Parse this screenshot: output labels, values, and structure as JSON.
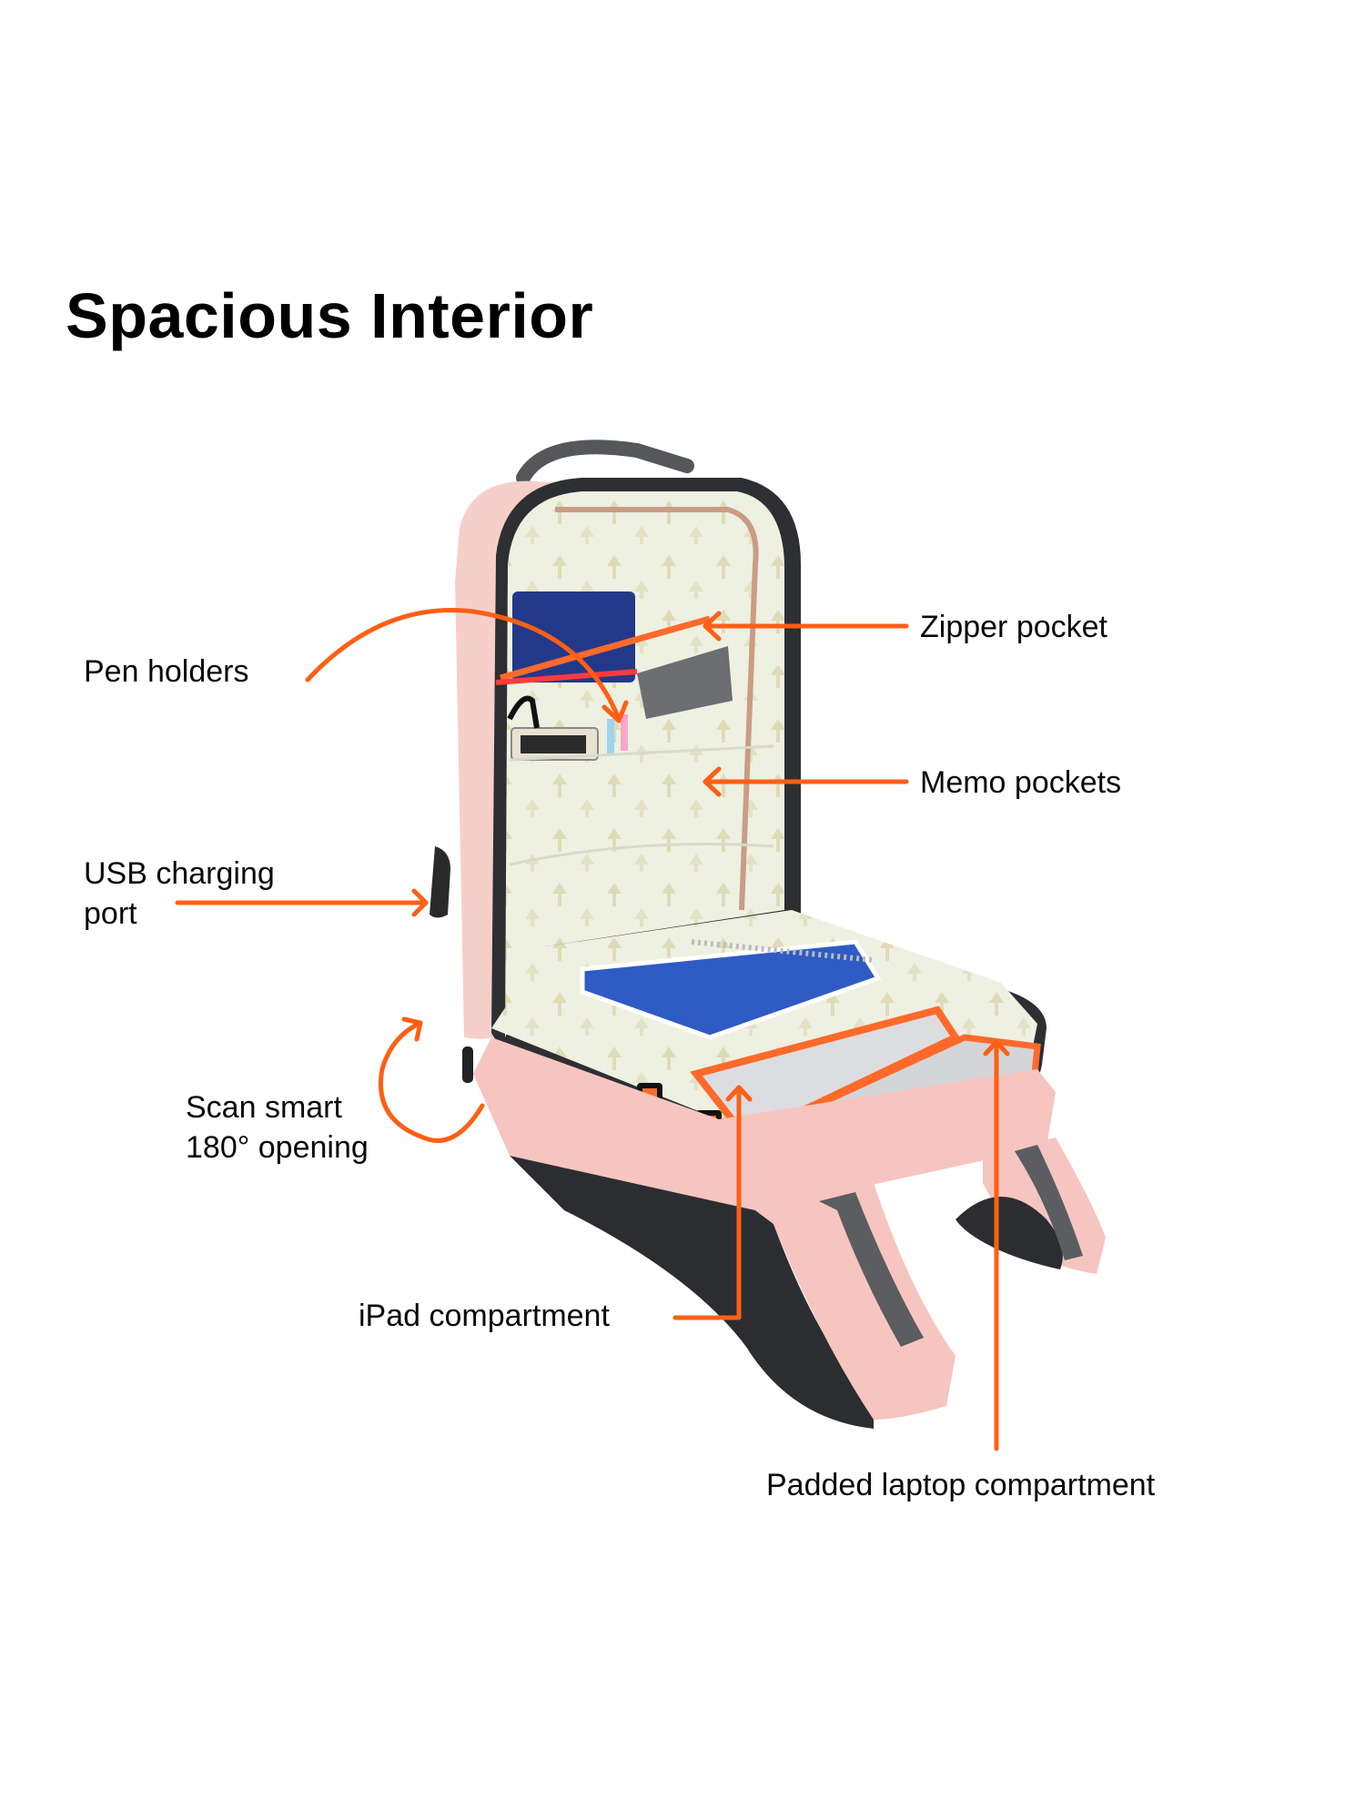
{
  "title": "Spacious Interior",
  "colors": {
    "arrow": "#FF5F14",
    "bag_pink": "#F6C9C4",
    "lining": "#EEF0E0",
    "trim_gray": "#5A5C60",
    "zipper_orange": "#FF6A2B",
    "notebook_blue": "#2F5BC4",
    "wallet_navy": "#1F3A8A",
    "device_silver": "#D7D8DA"
  },
  "callouts": [
    {
      "id": "zipper-pocket",
      "lines": [
        "Zipper pocket"
      ]
    },
    {
      "id": "pen-holders",
      "lines": [
        "Pen holders"
      ]
    },
    {
      "id": "memo-pockets",
      "lines": [
        "Memo pockets"
      ]
    },
    {
      "id": "usb-charging-port",
      "lines": [
        "USB charging",
        "port"
      ]
    },
    {
      "id": "scan-smart-opening",
      "lines": [
        "Scan smart",
        "180° opening"
      ]
    },
    {
      "id": "ipad-compartment",
      "lines": [
        "iPad compartment"
      ]
    },
    {
      "id": "padded-laptop-compartment",
      "lines": [
        "Padded laptop compartment"
      ]
    }
  ]
}
